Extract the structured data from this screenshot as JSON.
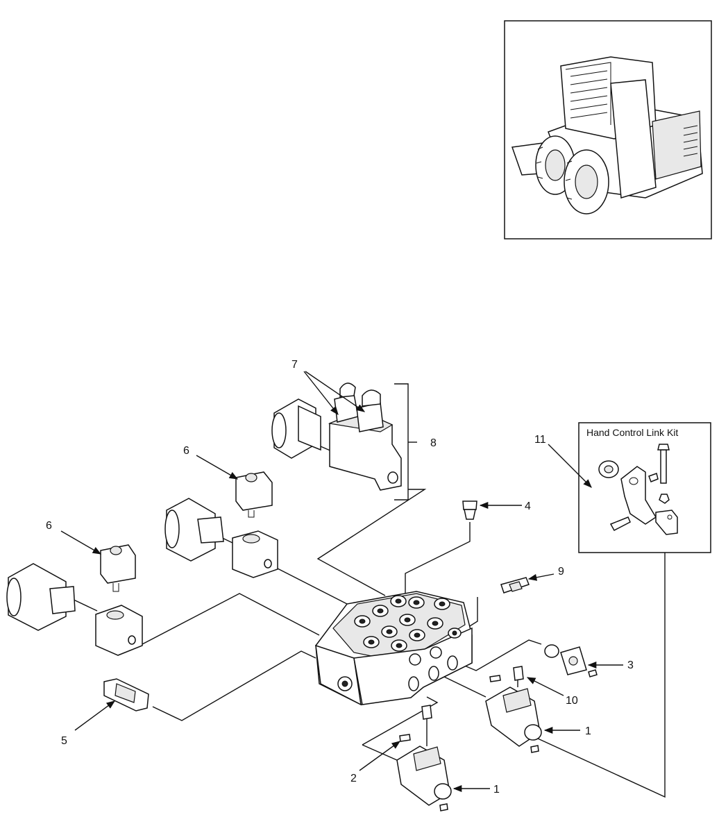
{
  "callouts": {
    "c1a": "1",
    "c1b": "1",
    "c2": "2",
    "c3": "3",
    "c4": "4",
    "c5": "5",
    "c6a": "6",
    "c6b": "6",
    "c7": "7",
    "c8": "8",
    "c9": "9",
    "c10": "10",
    "c11": "11"
  },
  "kit": {
    "title": "Hand Control Link Kit"
  },
  "icons": {
    "machine": "skid-steer-loader-illustration",
    "valve": "hydraulic-control-valve-icon",
    "solenoid": "solenoid-coil-icon",
    "handle": "hand-control-handle-icon",
    "relief": "relief-valve-cartridge-icon"
  }
}
